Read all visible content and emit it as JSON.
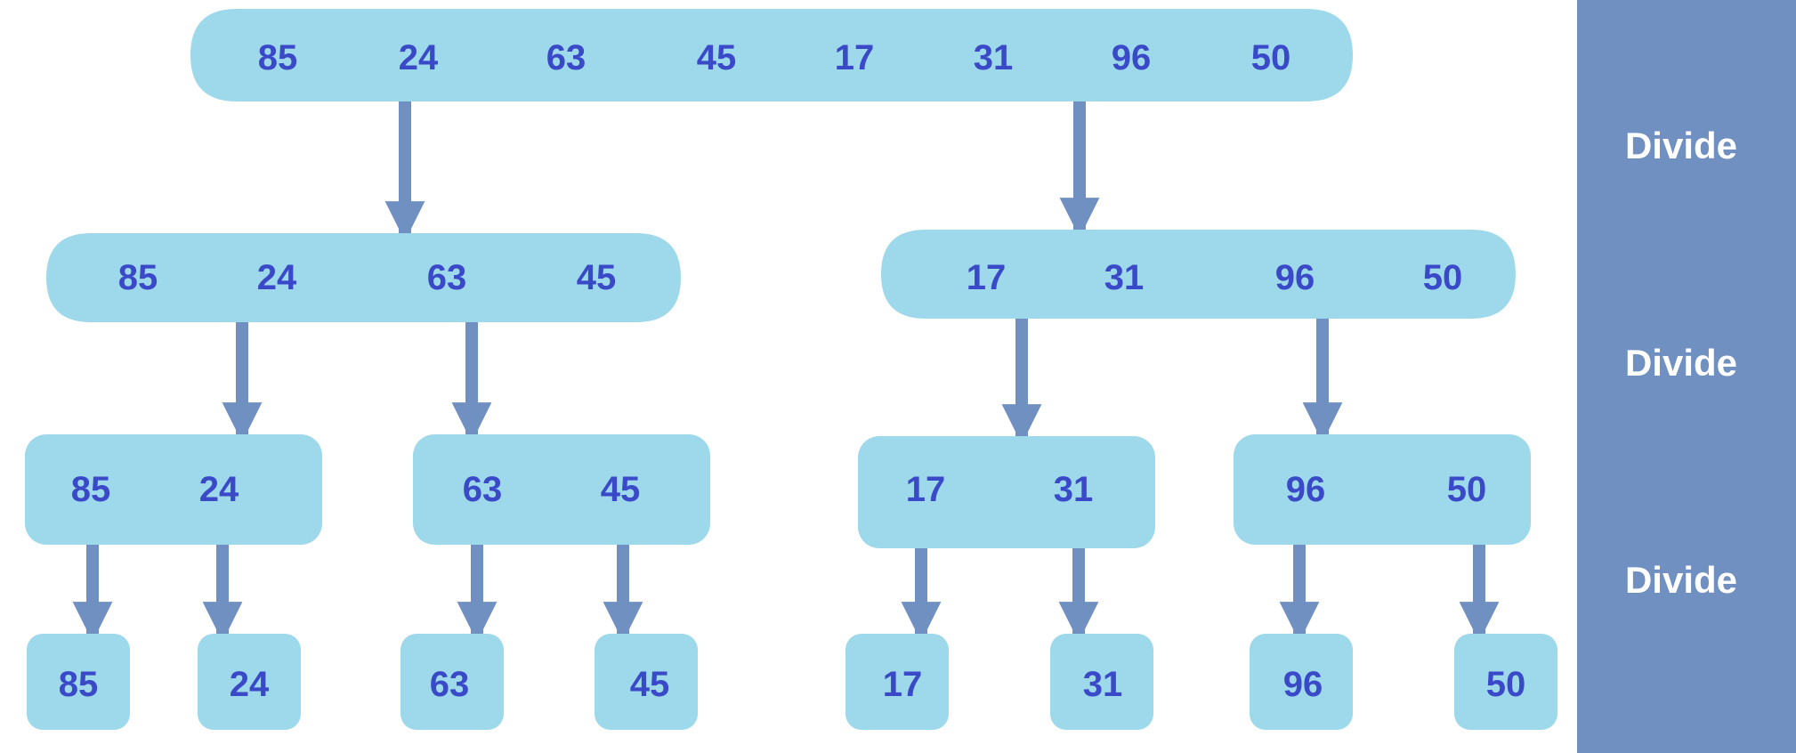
{
  "colors": {
    "node_fill": "#9dd9ea",
    "number_text": "#3a49c7",
    "arrow": "#6f90c1",
    "side_panel": "#6f90c1",
    "side_text": "#ffffff"
  },
  "stage_labels": [
    "Divide",
    "Divide",
    "Divide"
  ],
  "levels": [
    [
      [
        "85",
        "24",
        "63",
        "45",
        "17",
        "31",
        "96",
        "50"
      ]
    ],
    [
      [
        "85",
        "24",
        "63",
        "45"
      ],
      [
        "17",
        "31",
        "96",
        "50"
      ]
    ],
    [
      [
        "85",
        "24"
      ],
      [
        "63",
        "45"
      ],
      [
        "17",
        "31"
      ],
      [
        "96",
        "50"
      ]
    ],
    [
      [
        "85"
      ],
      [
        "24"
      ],
      [
        "63"
      ],
      [
        "45"
      ],
      [
        "17"
      ],
      [
        "31"
      ],
      [
        "96"
      ],
      [
        "50"
      ]
    ]
  ]
}
